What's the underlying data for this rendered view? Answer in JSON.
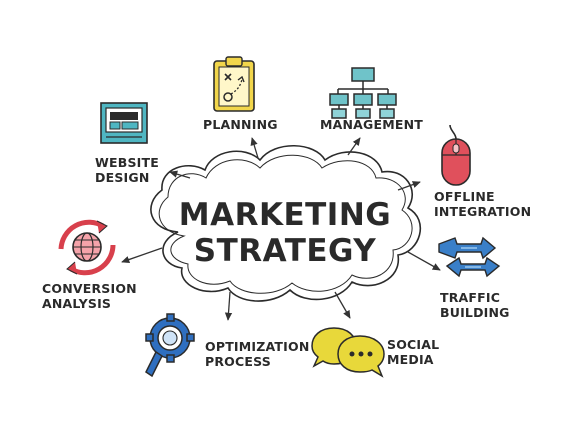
{
  "center": {
    "line1": "MARKETING",
    "line2": "STRATEGY"
  },
  "nodes": {
    "planning": {
      "lines": [
        "PLANNING"
      ],
      "icon": "clipboard-icon",
      "color": "#f2d64b"
    },
    "management": {
      "lines": [
        "MANAGEMENT"
      ],
      "icon": "org-chart-icon",
      "color": "#6fc3c9"
    },
    "website_design": {
      "lines": [
        "WEBSITE",
        "DESIGN"
      ],
      "icon": "monitor-icon",
      "color": "#4fb6c2"
    },
    "offline_integration": {
      "lines": [
        "OFFLINE",
        "INTEGRATION"
      ],
      "icon": "mouse-icon",
      "color": "#e0505c"
    },
    "conversion_analysis": {
      "lines": [
        "CONVERSION",
        "ANALYSIS"
      ],
      "icon": "globe-cycle-icon",
      "color": "#d8404c"
    },
    "traffic_building": {
      "lines": [
        "TRAFFIC",
        "BUILDING"
      ],
      "icon": "arrows-icon",
      "color": "#3a7fc8"
    },
    "optimization_process": {
      "lines": [
        "OPTIMIZATION",
        "PROCESS"
      ],
      "icon": "magnifier-gear-icon",
      "color": "#2f6fc0"
    },
    "social_media": {
      "lines": [
        "SOCIAL",
        "MEDIA"
      ],
      "icon": "chat-bubbles-icon",
      "color": "#e8d83a"
    }
  }
}
